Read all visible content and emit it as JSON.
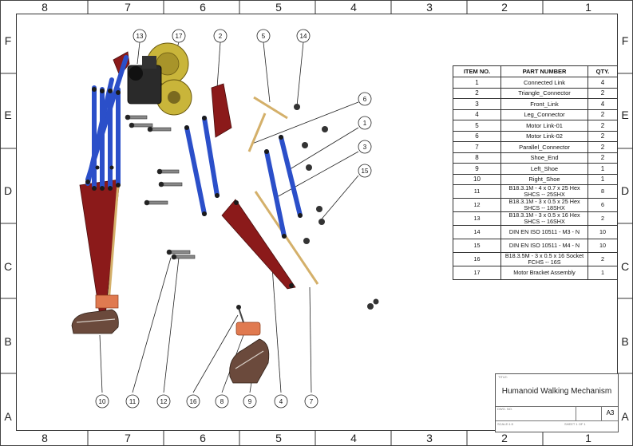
{
  "zones": {
    "columns": [
      "8",
      "7",
      "6",
      "5",
      "4",
      "3",
      "2",
      "1"
    ],
    "rows": [
      "F",
      "E",
      "D",
      "C",
      "B",
      "A"
    ]
  },
  "bom": {
    "headers": [
      "ITEM NO.",
      "PART NUMBER",
      "QTY."
    ],
    "rows": [
      {
        "item": "1",
        "part": "Connected Link",
        "qty": "4"
      },
      {
        "item": "2",
        "part": "Triangle_Connector",
        "qty": "2"
      },
      {
        "item": "3",
        "part": "Front_Link",
        "qty": "4"
      },
      {
        "item": "4",
        "part": "Leg_Connector",
        "qty": "2"
      },
      {
        "item": "5",
        "part": "Motor Link-01",
        "qty": "2"
      },
      {
        "item": "6",
        "part": "Motor Link-02",
        "qty": "2"
      },
      {
        "item": "7",
        "part": "Parallel_Connector",
        "qty": "2"
      },
      {
        "item": "8",
        "part": "Shoe_End",
        "qty": "2"
      },
      {
        "item": "9",
        "part": "Left_Shoe",
        "qty": "1"
      },
      {
        "item": "10",
        "part": "Right_Shoe",
        "qty": "1"
      },
      {
        "item": "11",
        "part": "B18.3.1M - 4 x 0.7 x 25 Hex SHCS -- 25SHX",
        "qty": "8"
      },
      {
        "item": "12",
        "part": "B18.3.1M - 3 x 0.5 x 25 Hex SHCS -- 18SHX",
        "qty": "6"
      },
      {
        "item": "13",
        "part": "B18.3.1M - 3 x 0.5 x 16 Hex SHCS -- 16SHX",
        "qty": "2"
      },
      {
        "item": "14",
        "part": "DIN EN ISO 10511 - M3 - N",
        "qty": "10"
      },
      {
        "item": "15",
        "part": "DIN EN ISO 10511 - M4 - N",
        "qty": "10"
      },
      {
        "item": "16",
        "part": "B18.3.5M - 3 x 0.5 x 16 Socket FCHS -- 16S",
        "qty": "2"
      },
      {
        "item": "17",
        "part": "Motor Bracket Assembly",
        "qty": "1"
      }
    ]
  },
  "balloons": [
    "13",
    "17",
    "2",
    "5",
    "14",
    "6",
    "1",
    "3",
    "15",
    "10",
    "11",
    "12",
    "16",
    "8",
    "9",
    "4",
    "7"
  ],
  "title_block": {
    "caption": "TITLE:",
    "title": "Humanoid Walking Mechanism",
    "dwg_caption": "DWG. NO.",
    "size": "A3",
    "scale_caption": "SCALE:1:5",
    "sheet_caption": "SHEET 1 OF 1"
  },
  "colors": {
    "blue_link": "#2b4fc9",
    "red_plate": "#8b1a1a",
    "tan_rod": "#d4b06a",
    "gear": "#c9b53a",
    "motor": "#2a2a2a",
    "shoe": "#6b4a3c",
    "shoe_end": "#e07a50"
  }
}
